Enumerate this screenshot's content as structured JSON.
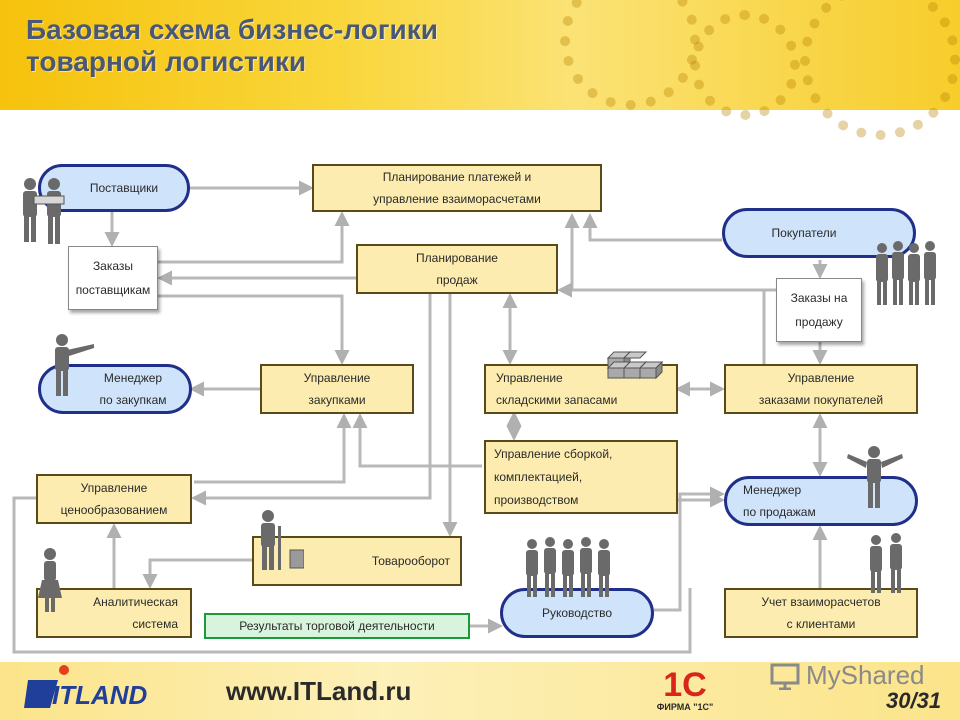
{
  "header": {
    "title_line1": "Базовая схема бизнес-логики",
    "title_line2": "товарной логистики"
  },
  "nodes": {
    "suppliers": "Поставщики",
    "planning_payments": [
      "Планирование платежей и",
      "управление взаиморасчетами"
    ],
    "buyers": "Покупатели",
    "supplier_orders": [
      "Заказы",
      "поставщикам"
    ],
    "sales_planning": [
      "Планирование",
      "продаж"
    ],
    "sales_orders": [
      "Заказы на",
      "продажу"
    ],
    "purchase_manager": [
      "Менеджер",
      "по закупкам"
    ],
    "purchase_management": [
      "Управление",
      "закупками"
    ],
    "inventory_management": [
      "Управление",
      "складскими запасами"
    ],
    "customer_orders_management": [
      "Управление",
      "заказами покупателей"
    ],
    "assembly_management": [
      "Управление сборкой,",
      "комплектацией,",
      "производством"
    ],
    "pricing_management": [
      "Управление",
      "ценообразованием"
    ],
    "sales_manager": [
      "Менеджер",
      "по продажам"
    ],
    "turnover": "Товарооборот",
    "analytics": [
      "Аналитическая",
      "система"
    ],
    "results": "Результаты торговой деятельности",
    "leadership": "Руководство",
    "settlements": [
      "Учет взаиморасчетов",
      "с клиентами"
    ]
  },
  "footer": {
    "url": "www.ITLand.ru",
    "page": "30/31",
    "logo_itland": "ITLAND",
    "logo_1c": "1С",
    "firm_1c": "ФИРМА \"1С\"",
    "watermark": "MyShared"
  },
  "colors": {
    "arrow": "#b8b8b8",
    "pill_border": "#1f2f8a",
    "pill_fill": "#cfe4fb",
    "rect_fill": "#fcecb0",
    "header_text": "#4a5878"
  }
}
